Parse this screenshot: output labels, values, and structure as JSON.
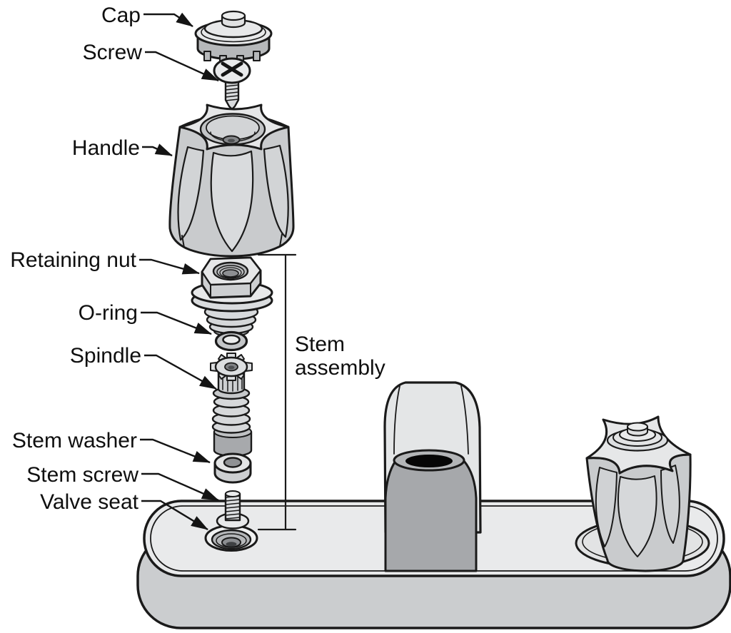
{
  "figure": {
    "kind": "exploded-parts-diagram",
    "subject": "two-handle compression faucet",
    "labels": {
      "cap": "Cap",
      "screw": "Screw",
      "handle": "Handle",
      "retaining_nut": "Retaining nut",
      "o_ring": "O-ring",
      "spindle": "Spindle",
      "stem_washer": "Stem washer",
      "stem_screw": "Stem screw",
      "valve_seat": "Valve seat"
    },
    "bracket": {
      "label_line1": "Stem",
      "label_line2": "assembly"
    },
    "colors": {
      "outline": "#1a1a1a",
      "part_light": "#e7e8e9",
      "part_mid": "#cdcfd1",
      "part_dark": "#a9abad",
      "base_skirt": "#cbcdcf",
      "base_deck": "#e9eaeb",
      "spout_opening": "#060606",
      "background": "#ffffff"
    }
  }
}
